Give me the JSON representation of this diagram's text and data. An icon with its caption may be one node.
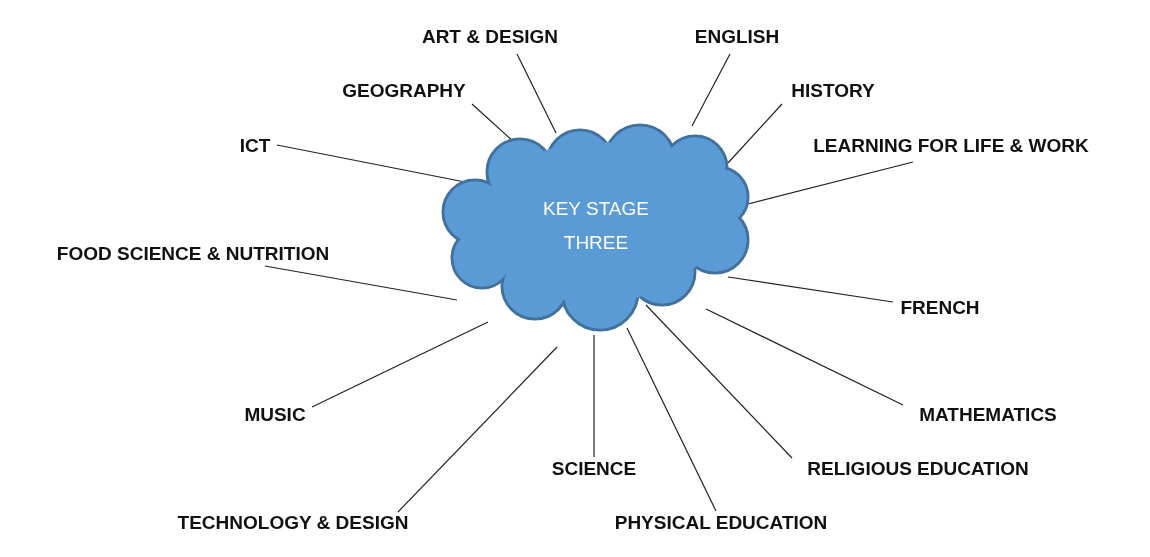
{
  "diagram": {
    "nodes": [
      {
        "text": [
          "KEY STAGE THREE"
        ]
      },
      {
        "text": [
          "ART & DESIGN"
        ]
      },
      {
        "text": [
          "ENGLISH"
        ]
      },
      {
        "text": [
          "GEOGRAPHY"
        ]
      },
      {
        "text": [
          "HISTORY"
        ]
      },
      {
        "text": [
          "ICT"
        ]
      },
      {
        "text": [
          "LEARNING FOR LIFE & WORK"
        ]
      },
      {
        "text": [
          "FOOD SCIENCE & NUTRITION"
        ]
      },
      {
        "text": [
          "FRENCH"
        ]
      },
      {
        "text": [
          "MUSIC"
        ]
      },
      {
        "text": [
          "MATHEMATICS"
        ]
      },
      {
        "text": [
          "SCIENCE"
        ]
      },
      {
        "text": [
          "RELIGIOUS EDUCATION"
        ]
      },
      {
        "text": [
          "TECHNOLOGY & DESIGN"
        ]
      },
      {
        "text": [
          "PHYSICAL EDUCATION"
        ]
      }
    ],
    "edges": [
      {
        "from": 0,
        "to": 1,
        "arrow": "none"
      },
      {
        "from": 0,
        "to": 2,
        "arrow": "none"
      },
      {
        "from": 0,
        "to": 3,
        "arrow": "none"
      },
      {
        "from": 0,
        "to": 4,
        "arrow": "none"
      },
      {
        "from": 0,
        "to": 5,
        "arrow": "none"
      },
      {
        "from": 0,
        "to": 6,
        "arrow": "none"
      },
      {
        "from": 0,
        "to": 7,
        "arrow": "none"
      },
      {
        "from": 0,
        "to": 8,
        "arrow": "none"
      },
      {
        "from": 0,
        "to": 9,
        "arrow": "none"
      },
      {
        "from": 0,
        "to": 10,
        "arrow": "none"
      },
      {
        "from": 0,
        "to": 11,
        "arrow": "none"
      },
      {
        "from": 0,
        "to": 12,
        "arrow": "none"
      },
      {
        "from": 0,
        "to": 13,
        "arrow": "none"
      },
      {
        "from": 0,
        "to": 14,
        "arrow": "none"
      }
    ]
  }
}
